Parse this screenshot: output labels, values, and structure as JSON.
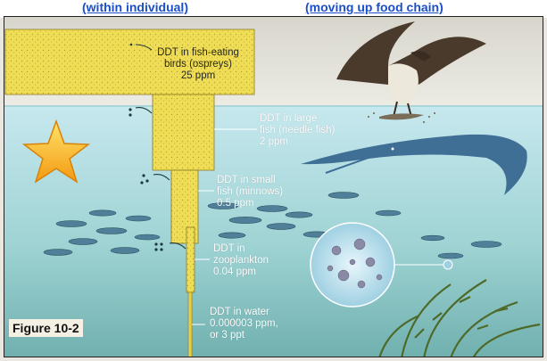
{
  "headers": {
    "left": "(within individual)",
    "right": "(moving up food chain)"
  },
  "levels": {
    "birds": "DDT in fish-eating\nbirds (ospreys)\n25 ppm",
    "large_fish": "DDT in large\nfish (needle fish)\n2 ppm",
    "small_fish": "DDT in small\nfish (minnows)\n0.5 ppm",
    "zooplankton": "DDT in\nzooplankton\n0.04 ppm",
    "water": "DDT in water\n0.000003 ppm,\nor 3 ppt"
  },
  "figure_label": "Figure 10-2",
  "icons": {
    "star": "star-icon",
    "osprey": "osprey-icon",
    "needlefish": "needlefish-icon",
    "minnows": "minnow-school-icon",
    "plankton": "plankton-circle-icon",
    "seaweed": "seaweed-icon"
  },
  "colors": {
    "sky": "#dedcd2",
    "water_top": "#bfe4ea",
    "water_bottom": "#6fb3b4",
    "bar": "#f0dd56",
    "star": "#f7b21c",
    "header": "#1b4fc7"
  }
}
